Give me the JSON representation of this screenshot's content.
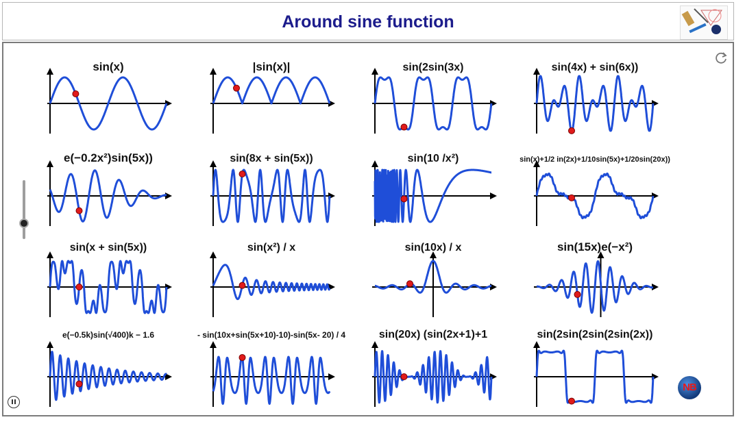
{
  "page": {
    "title": "Around sine function"
  },
  "colors": {
    "curve": "#1f4ed8",
    "point": "#e01b1b",
    "axis": "#000000",
    "title": "#1c1c8c"
  },
  "icons": {
    "refresh": "refresh-icon",
    "pause": "pause-icon",
    "logo": "geometry-tools-logo",
    "badge": "globe-badge-icon"
  },
  "badge": {
    "text": "NB"
  },
  "slider": {
    "value": 0.35
  },
  "plots": [
    {
      "label": "sin(x)"
    },
    {
      "label": "|sin(x)|"
    },
    {
      "label": "sin(2sin(3x)"
    },
    {
      "label": "sin(4x) + sin(6x))"
    },
    {
      "label": "e(−0.2x²)sin(5x))"
    },
    {
      "label": "sin(8x + sin(5x))"
    },
    {
      "label": "sin(10 /x²)"
    },
    {
      "label": "sin(x)+1/2 in(2x)+1/10sin(5x)+1/20sin(20x))"
    },
    {
      "label": "sin(x + sin(5x))"
    },
    {
      "label": "sin(x²) / x"
    },
    {
      "label": "sin(10x) / x"
    },
    {
      "label": "sin(15x)e(−x²)"
    },
    {
      "label": "e(−0.5k)sin(√400)k − 1.6"
    },
    {
      "label": "- sin(10x+sin(5x+10)-10)-sin(5x- 20) / 4"
    },
    {
      "label": "sin(20x) (sin(2x+1)+1"
    },
    {
      "label": "sin(2sin(2sin(2sin(2x))"
    }
  ]
}
